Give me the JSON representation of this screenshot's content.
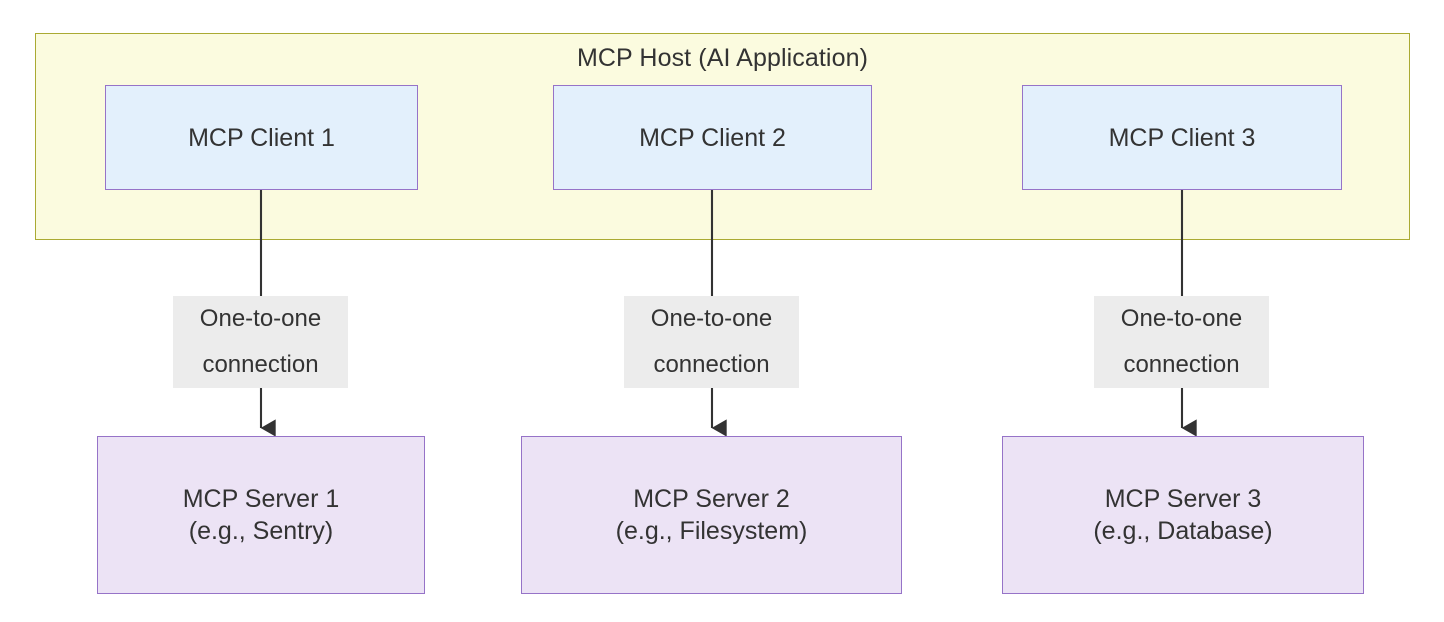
{
  "diagram": {
    "title": "MCP Host (AI Application)",
    "host": {
      "label": "MCP Host (AI Application)",
      "fill": "#fbfbdf",
      "stroke": "#aaaa33"
    },
    "clients": [
      {
        "label": "MCP Client 1"
      },
      {
        "label": "MCP Client 2"
      },
      {
        "label": "MCP Client 3"
      }
    ],
    "edges": [
      {
        "label": "One-to-one\nconnection"
      },
      {
        "label": "One-to-one\nconnection"
      },
      {
        "label": "One-to-one\nconnection"
      }
    ],
    "servers": [
      {
        "name": "MCP Server 1",
        "example": "(e.g., Sentry)"
      },
      {
        "name": "MCP Server 2",
        "example": "(e.g., Filesystem)"
      },
      {
        "name": "MCP Server 3",
        "example": "(e.g., Database)"
      }
    ],
    "colors": {
      "client_fill": "#e3f0fc",
      "client_stroke": "#9673c8",
      "server_fill": "#ece3f5",
      "server_stroke": "#9673c8",
      "host_fill": "#fbfbdf",
      "host_stroke": "#aaaa33",
      "edge_label_fill": "#ececec",
      "connector_stroke": "#333333",
      "text": "#333333"
    }
  }
}
